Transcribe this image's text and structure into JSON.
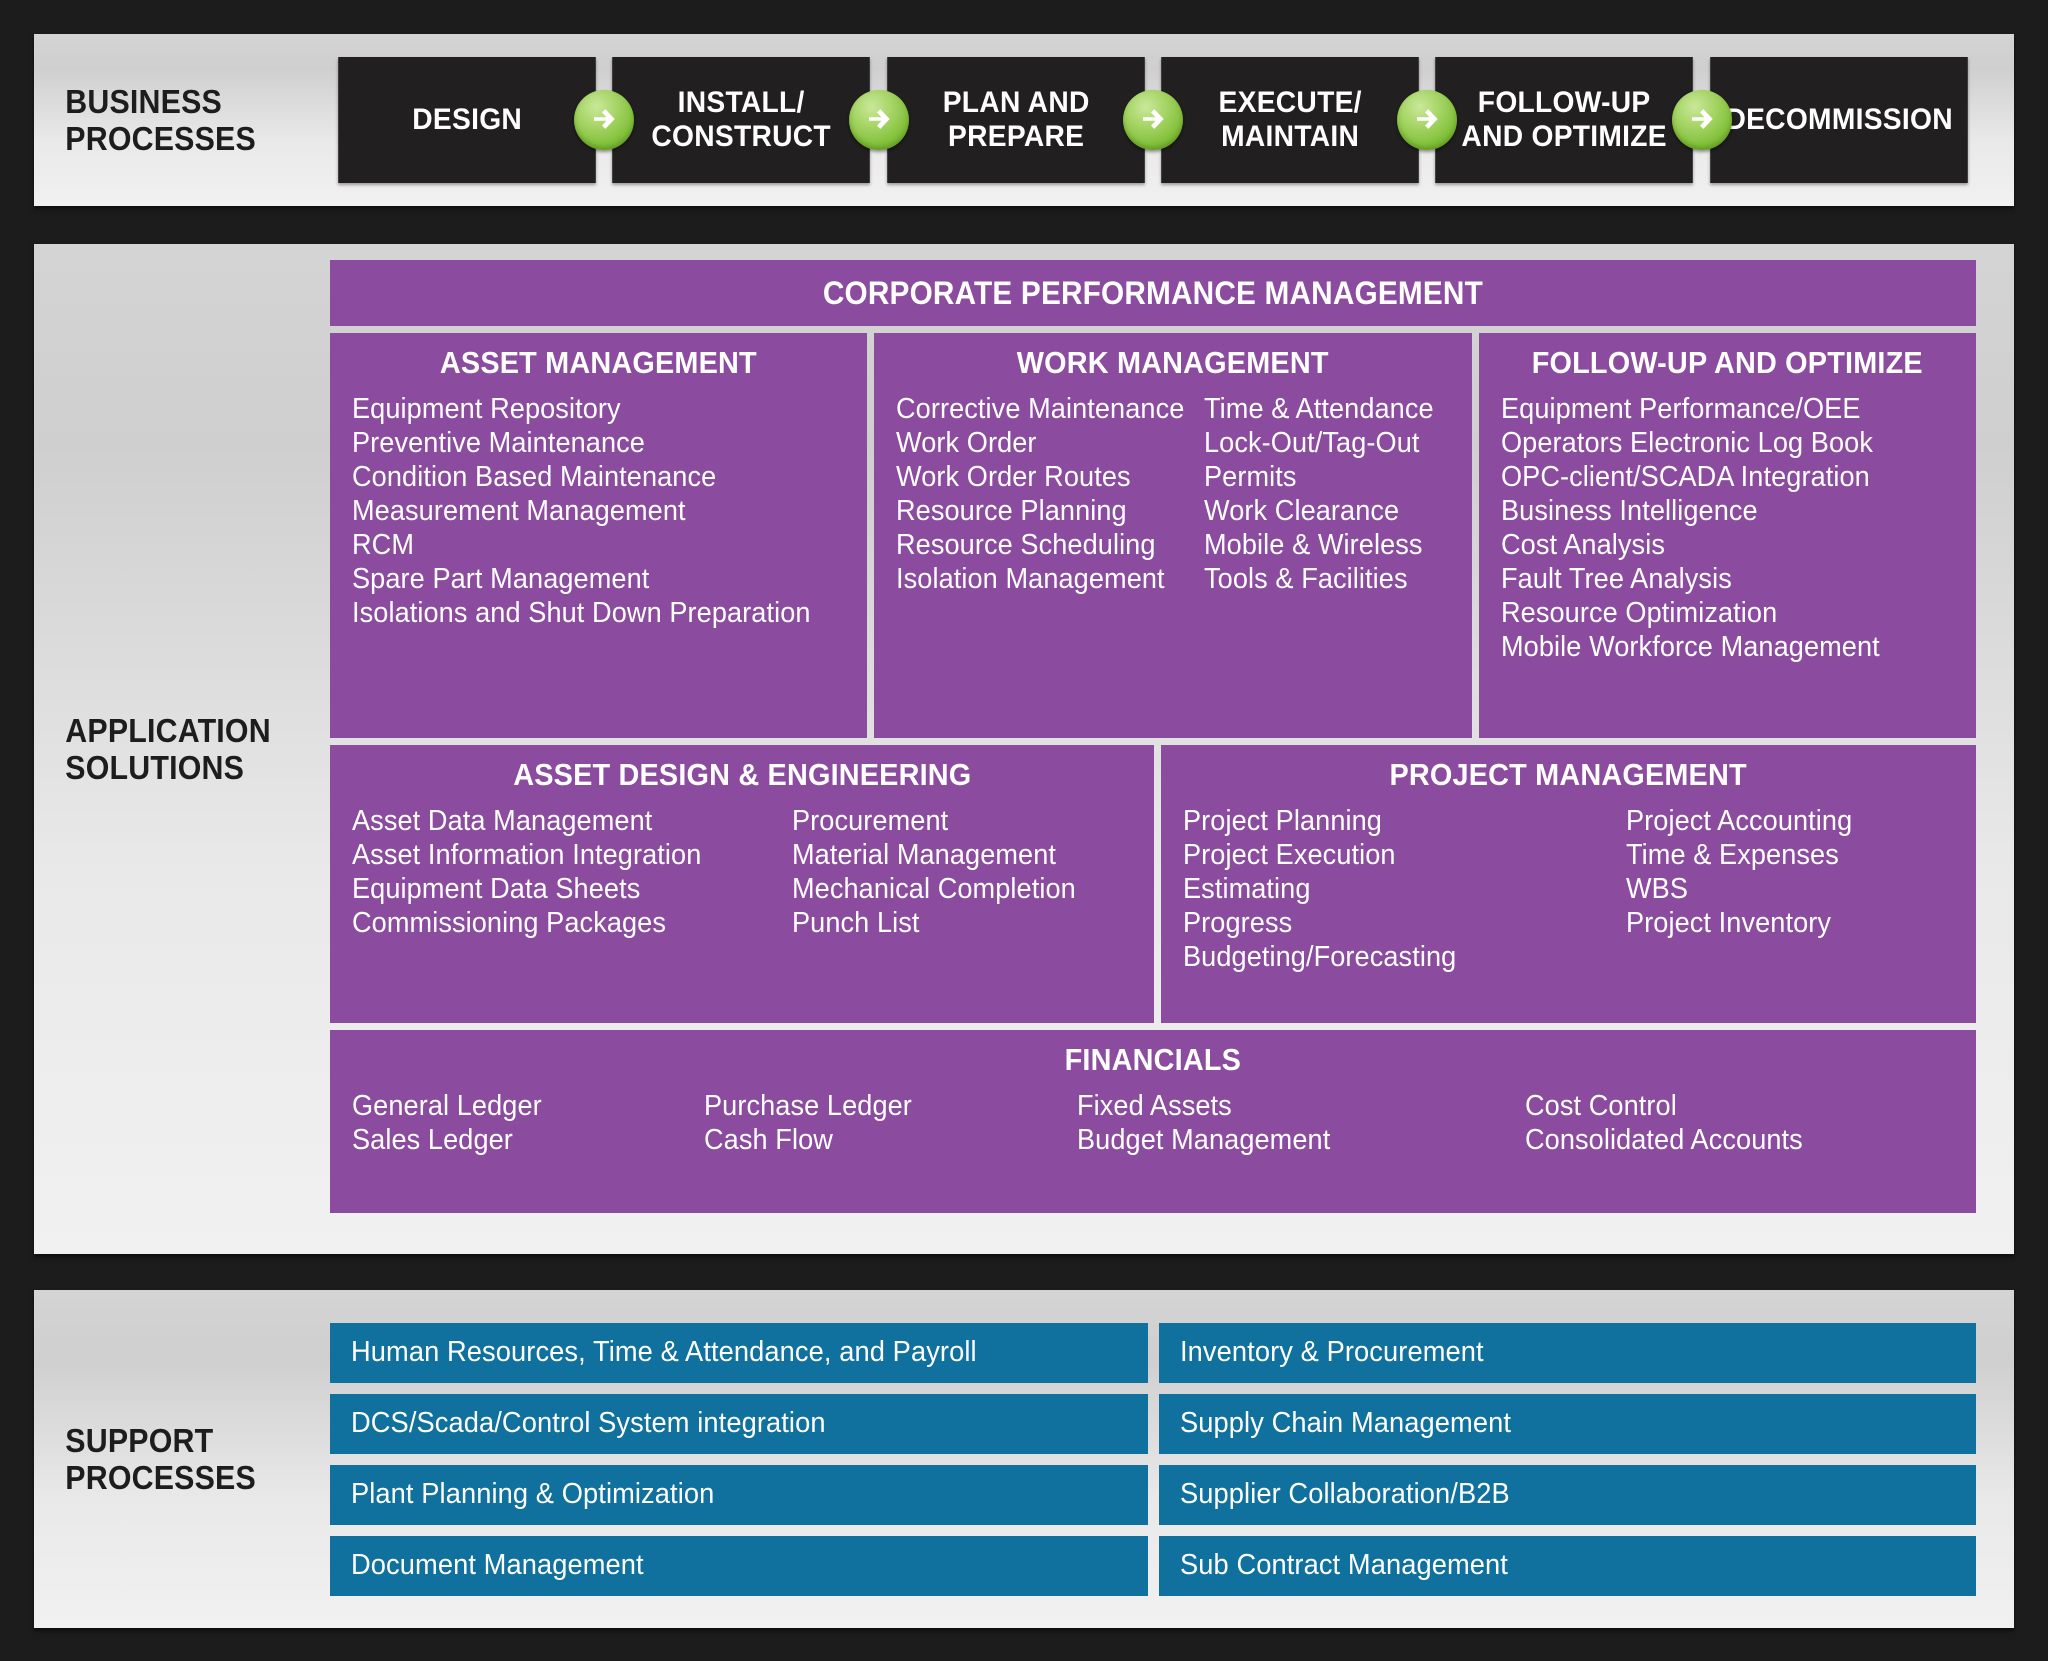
{
  "business": {
    "label": "BUSINESS\nPROCESSES",
    "steps": [
      {
        "label": "DESIGN"
      },
      {
        "label": "INSTALL/\nCONSTRUCT"
      },
      {
        "label": "PLAN AND\nPREPARE"
      },
      {
        "label": "EXECUTE/\nMAINTAIN"
      },
      {
        "label": "FOLLOW-UP\nAND OPTIMIZE"
      },
      {
        "label": "DECOMMISSION"
      }
    ],
    "arrow_icon": "arrow-right-icon",
    "arrow_color": "#84c23d",
    "box_color": "#211f1f"
  },
  "application": {
    "label": "APPLICATION\nSOLUTIONS",
    "accent_color": "#8b4b9e",
    "cpm": {
      "title": "CORPORATE PERFORMANCE MANAGEMENT"
    },
    "asset_management": {
      "title": "ASSET MANAGEMENT",
      "columns": [
        [
          "Equipment Repository",
          "Preventive Maintenance",
          "Condition Based Maintenance",
          "Measurement Management",
          "RCM",
          "Spare Part Management",
          "Isolations and Shut Down Preparation"
        ]
      ]
    },
    "work_management": {
      "title": "WORK MANAGEMENT",
      "columns": [
        [
          "Corrective Maintenance",
          "Work Order",
          "Work Order Routes",
          "Resource Planning",
          "Resource Scheduling",
          "Isolation Management"
        ],
        [
          "Time & Attendance",
          "Lock-Out/Tag-Out",
          "Permits",
          "Work Clearance",
          "Mobile & Wireless",
          "Tools & Facilities"
        ]
      ]
    },
    "follow_up": {
      "title": "FOLLOW-UP AND OPTIMIZE",
      "columns": [
        [
          "Equipment Performance/OEE",
          "Operators Electronic Log Book",
          "OPC-client/SCADA Integration",
          "Business Intelligence",
          "Cost Analysis",
          "Fault Tree Analysis",
          "Resource Optimization",
          "Mobile Workforce Management"
        ]
      ]
    },
    "asset_design": {
      "title": "ASSET DESIGN & ENGINEERING",
      "columns": [
        [
          "Asset Data Management",
          "Asset Information Integration",
          "Equipment Data Sheets",
          "Commissioning Packages"
        ],
        [
          "Procurement",
          "Material Management",
          "Mechanical Completion",
          "Punch List"
        ]
      ]
    },
    "project_management": {
      "title": "PROJECT MANAGEMENT",
      "columns": [
        [
          "Project Planning",
          "Project Execution",
          "Estimating",
          "Progress",
          "Budgeting/Forecasting"
        ],
        [
          "Project Accounting",
          "Time & Expenses",
          "WBS",
          "Project Inventory"
        ]
      ]
    },
    "financials": {
      "title": "FINANCIALS",
      "columns": [
        [
          "General Ledger",
          "Sales Ledger"
        ],
        [
          "Purchase Ledger",
          "Cash Flow"
        ],
        [
          "Fixed Assets",
          "Budget Management"
        ],
        [
          "Cost Control",
          "Consolidated Accounts"
        ]
      ]
    }
  },
  "support": {
    "label": "SUPPORT\nPROCESSES",
    "accent_color": "#10709e",
    "left_items": [
      "Human Resources, Time & Attendance, and Payroll",
      "DCS/Scada/Control System integration",
      "Plant Planning & Optimization",
      "Document Management"
    ],
    "right_items": [
      "Inventory & Procurement",
      "Supply Chain Management",
      "Supplier Collaboration/B2B",
      "Sub Contract Management"
    ]
  }
}
